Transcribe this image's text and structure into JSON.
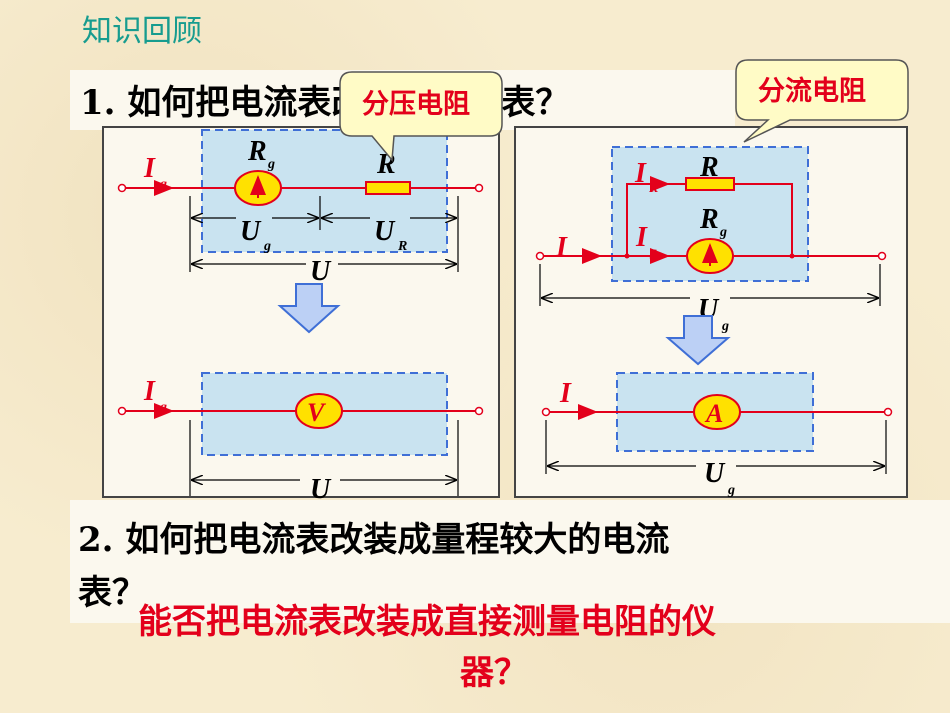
{
  "header": {
    "title": "知识回顾"
  },
  "question1": {
    "text": "1. 如何把电流表改装成电压表？"
  },
  "callouts": {
    "series_resistor": "分压电阻",
    "shunt_resistor": "分流电阻"
  },
  "left_circuit": {
    "current": "I",
    "current_sub": "g",
    "galv_label": "R",
    "galv_sub": "g",
    "resistor": "R",
    "volt_g": "U",
    "volt_g_sub": "g",
    "volt_r": "U",
    "volt_r_sub": "R",
    "total": "U",
    "meter": "V",
    "out_current": "I",
    "out_current_sub": "g",
    "out_total": "U"
  },
  "right_circuit": {
    "shunt_current": "I",
    "shunt_current_sub": "R",
    "resistor": "R",
    "galv_label": "R",
    "galv_sub": "g",
    "branch_current": "I",
    "branch_current_sub": "g",
    "total_current": "I",
    "volt": "U",
    "volt_sub": "g",
    "meter": "A",
    "out_current": "I",
    "out_volt": "U",
    "out_volt_sub": "g"
  },
  "question2": {
    "line1": "2. 如何把电流表改装成量程较大的电流",
    "line2": "表？"
  },
  "question3": {
    "line1": "能否把电流表改装成直接测量电阻的仪",
    "line2": "器？"
  },
  "colors": {
    "title": "#179c8f",
    "wire": "#e3001b",
    "box_fill": "#c9e3f0",
    "box_border": "#3f6fd6",
    "meter_fill": "#ffe100",
    "callout_fill": "#fffbc6",
    "arrow_fill": "#bcd0f5",
    "question3": "#e3001b"
  }
}
